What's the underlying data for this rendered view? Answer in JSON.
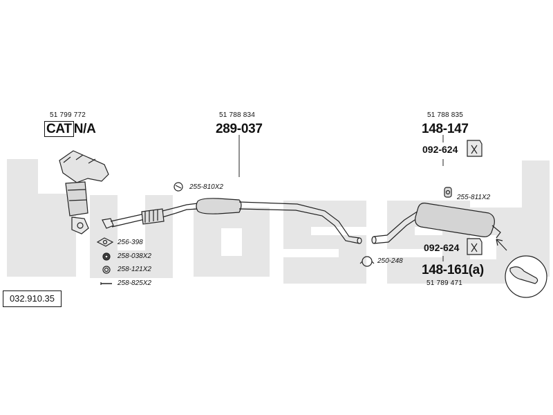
{
  "diagram": {
    "reference": "032.910.35",
    "catalyst": {
      "oe": "51 799 772",
      "cat_label": "CAT",
      "cat_value": "N/A"
    },
    "front_pipe": {
      "oe": "51 788 834",
      "part": "289-037"
    },
    "rear_upper": {
      "oe": "51 788 835",
      "part": "148-147",
      "mount": "092-624"
    },
    "rear_lower": {
      "mount": "092-624",
      "part": "148-161(a)",
      "oe": "51 789 471"
    },
    "fittings": {
      "clamp_front": "255-810X2",
      "clamp_rear": "255-811X2",
      "gasket": "256-398",
      "nut": "258-038X2",
      "ring": "258-121X2",
      "bolt": "258-825X2",
      "clamp_mid": "250-248"
    },
    "colors": {
      "watermark": "#e3e3e3",
      "line": "#222222",
      "metal": "#d6d6d6"
    }
  }
}
